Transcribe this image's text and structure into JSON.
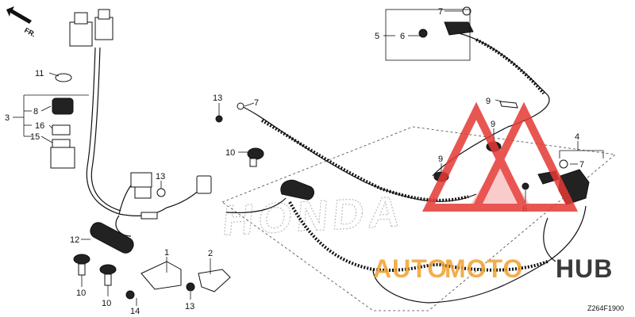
{
  "diagram": {
    "direction_label": "FR.",
    "figure_code": "Z264F1900",
    "callouts": [
      {
        "id": "c-7-top",
        "text": "7"
      },
      {
        "id": "c-5",
        "text": "5"
      },
      {
        "id": "c-6-top",
        "text": "6"
      },
      {
        "id": "c-11",
        "text": "11"
      },
      {
        "id": "c-3",
        "text": "3"
      },
      {
        "id": "c-8",
        "text": "8"
      },
      {
        "id": "c-16",
        "text": "16"
      },
      {
        "id": "c-15",
        "text": "15"
      },
      {
        "id": "c-13-left",
        "text": "13"
      },
      {
        "id": "c-7-mid",
        "text": "7"
      },
      {
        "id": "c-9-top",
        "text": "9"
      },
      {
        "id": "c-9-mid",
        "text": "9"
      },
      {
        "id": "c-4",
        "text": "4"
      },
      {
        "id": "c-10-mid",
        "text": "10"
      },
      {
        "id": "c-13-center",
        "text": "13"
      },
      {
        "id": "c-9-low",
        "text": "9"
      },
      {
        "id": "c-7-right",
        "text": "7"
      },
      {
        "id": "c-6-right",
        "text": "6"
      },
      {
        "id": "c-12",
        "text": "12"
      },
      {
        "id": "c-1",
        "text": "1"
      },
      {
        "id": "c-2",
        "text": "2"
      },
      {
        "id": "c-10-a",
        "text": "10"
      },
      {
        "id": "c-10-b",
        "text": "10"
      },
      {
        "id": "c-14",
        "text": "14"
      },
      {
        "id": "c-13-bottom",
        "text": "13"
      }
    ]
  },
  "watermark": {
    "brand_text": "HONDA",
    "logo_part_auto": "AUTO",
    "logo_part_moto": "MOTO",
    "logo_part_hub": "HUB",
    "colors": {
      "red": "#e53935",
      "orange": "#f0a030",
      "dark": "#3a3a3a",
      "gray": "#cfcfcf"
    }
  }
}
